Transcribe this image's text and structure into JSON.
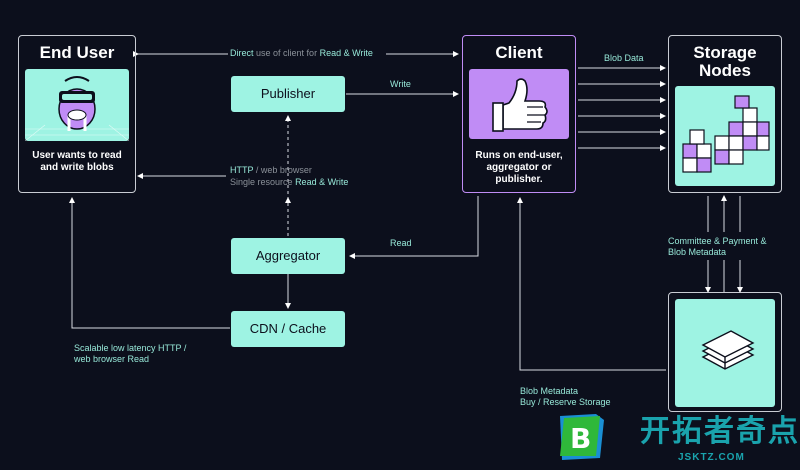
{
  "nodes": {
    "end_user": {
      "title": "End User",
      "desc": "User wants to read and write blobs"
    },
    "client": {
      "title": "Client",
      "desc": "Runs on end-user, aggregator or publisher."
    },
    "storage": {
      "title_line1": "Storage",
      "title_line2": "Nodes"
    },
    "publisher": {
      "label": "Publisher"
    },
    "aggregator": {
      "label": "Aggregator"
    },
    "cdn": {
      "label": "CDN / Cache"
    }
  },
  "edges": {
    "direct_a": "Direct",
    "direct_b": "use of client for",
    "direct_c": "Read & Write",
    "write": "Write",
    "blob_data": "Blob Data",
    "http_a": "HTTP",
    "http_b": "/ web browser",
    "single_a": "Single resource",
    "single_b": "Read & Write",
    "read": "Read",
    "committee_1": "Committee & Payment &",
    "committee_2": "Blob Metadata",
    "scalable_1": "Scalable low latency HTTP /",
    "scalable_2": "web browser Read",
    "blob_meta_1": "Blob Metadata",
    "blob_meta_2": "Buy / Reserve Storage"
  },
  "colors": {
    "background": "#0c0f1c",
    "teal": "#9ef3e3",
    "purple": "#c08cf5",
    "white": "#ffffff"
  },
  "icons": {
    "end_user": "walrus-vr-icon",
    "client": "thumbs-up-icon",
    "storage": "cube-stack-icon",
    "chain": "stacked-sheets-icon"
  },
  "watermark": {
    "text": "开拓者奇点",
    "url": "JSKTZ.COM",
    "logo_letter": "B"
  }
}
